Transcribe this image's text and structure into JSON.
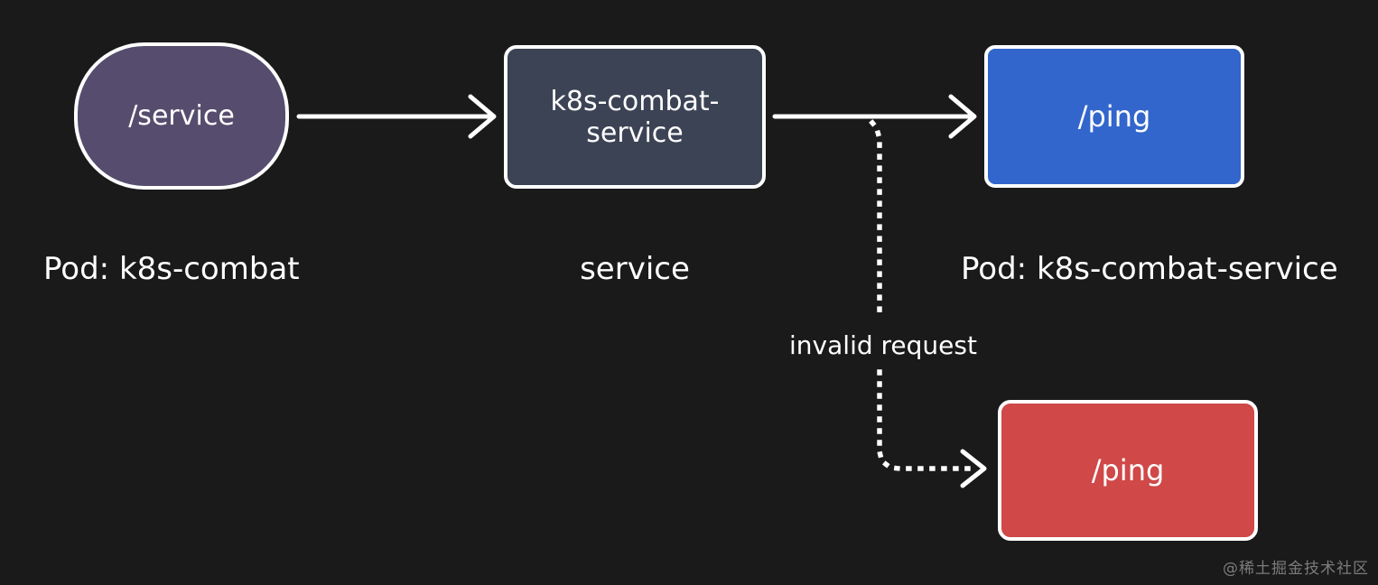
{
  "diagram": {
    "nodes": {
      "client_endpoint": {
        "label": "/service",
        "shape": "ellipse",
        "fill": "#564d6e"
      },
      "service": {
        "label": "k8s-combat-service",
        "shape": "rect",
        "fill": "#3c4354"
      },
      "ping_ok": {
        "label": "/ping",
        "shape": "rect",
        "fill": "#3266cc"
      },
      "ping_err": {
        "label": "/ping",
        "shape": "rect",
        "fill": "#d04848"
      }
    },
    "captions": {
      "pod_left": "Pod: k8s-combat",
      "service": "service",
      "pod_right": "Pod: k8s-combat-service",
      "invalid_request": "invalid request"
    },
    "edges": [
      {
        "from": "client_endpoint",
        "to": "service",
        "style": "solid"
      },
      {
        "from": "service",
        "to": "ping_ok",
        "style": "solid"
      },
      {
        "from": "service_to_ping_edge",
        "to": "ping_err",
        "style": "dotted",
        "label": "invalid request"
      }
    ],
    "colors": {
      "background": "#1a1a1a",
      "stroke": "#ffffff",
      "text": "#ffffff",
      "ellipse_fill": "#564d6e",
      "service_box_fill": "#3c4354",
      "ping_valid_fill": "#3266cc",
      "ping_invalid_fill": "#d04848",
      "watermark": "#7c7c7c"
    },
    "watermark": "@稀土掘金技术社区"
  }
}
